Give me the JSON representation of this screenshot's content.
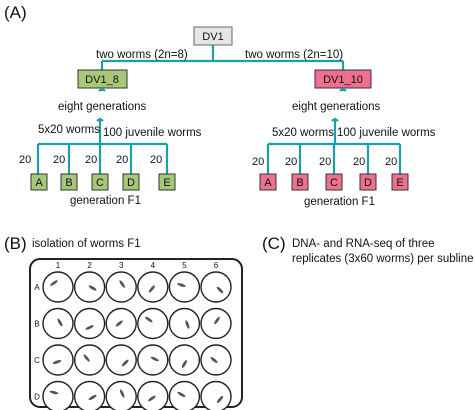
{
  "panel_a": {
    "label": "(A)",
    "root": {
      "label": "DV1",
      "color": "#e6e6e6"
    },
    "left_branch_label": "two worms (2n=8)",
    "right_branch_label": "two worms (2n=10)",
    "left_line": {
      "label": "DV1_8",
      "color": "#a6c878",
      "generations_label": "eight generations",
      "split_label": "5x20 worms",
      "juvenile_label": "100 juvenile worms",
      "count_label": "20",
      "sublines": [
        "A",
        "B",
        "C",
        "D",
        "E"
      ],
      "generation_label": "generation F1"
    },
    "right_line": {
      "label": "DV1_10",
      "color": "#ee6f8e",
      "generations_label": "eight generations",
      "split_label": "5x20 worms",
      "juvenile_label": "100 juvenile worms",
      "count_label": "20",
      "sublines": [
        "A",
        "B",
        "C",
        "D",
        "E"
      ],
      "generation_label": "generation F1"
    }
  },
  "panel_b": {
    "label": "(B)",
    "title": "isolation of worms F1",
    "columns": [
      "1",
      "2",
      "3",
      "4",
      "5",
      "6"
    ],
    "rows": [
      "A",
      "B",
      "C",
      "D"
    ]
  },
  "panel_c": {
    "label": "(C)",
    "line1": "DNA- and RNA-seq of three",
    "line2": "replicates (3x60 worms) per subline"
  }
}
